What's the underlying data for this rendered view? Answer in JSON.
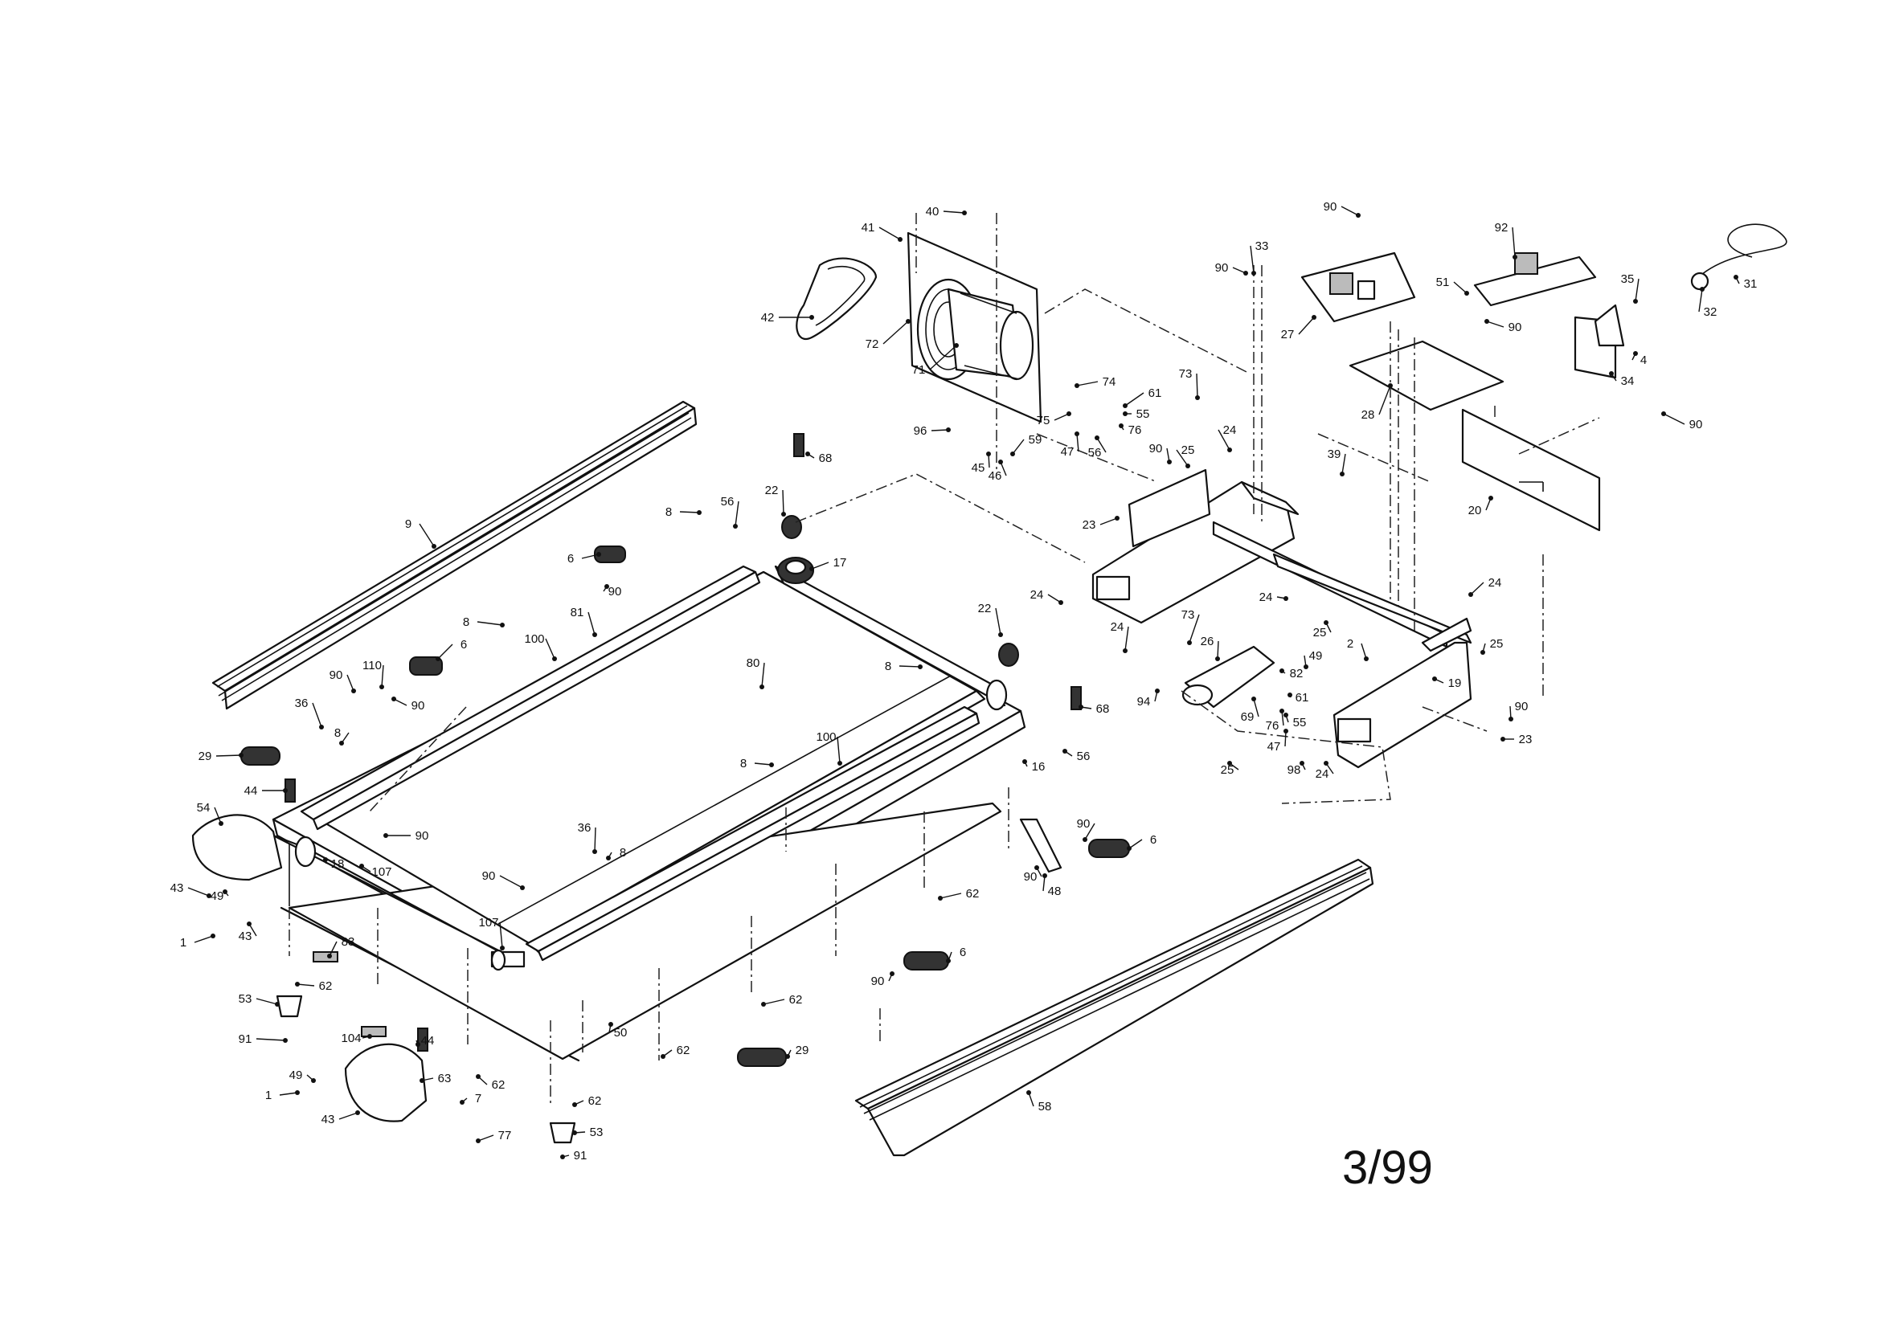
{
  "date_code": "3/99",
  "callouts": [
    "1",
    "2",
    "4",
    "6",
    "7",
    "8",
    "9",
    "16",
    "17",
    "18",
    "19",
    "20",
    "22",
    "23",
    "24",
    "25",
    "26",
    "27",
    "28",
    "29",
    "31",
    "32",
    "33",
    "34",
    "35",
    "36",
    "39",
    "40",
    "41",
    "42",
    "43",
    "44",
    "45",
    "46",
    "47",
    "48",
    "49",
    "50",
    "51",
    "53",
    "54",
    "55",
    "56",
    "58",
    "59",
    "61",
    "62",
    "63",
    "68",
    "69",
    "71",
    "72",
    "73",
    "74",
    "75",
    "76",
    "77",
    "80",
    "81",
    "82",
    "83",
    "90",
    "91",
    "92",
    "94",
    "96",
    "98",
    "100",
    "104",
    "107",
    "110"
  ]
}
